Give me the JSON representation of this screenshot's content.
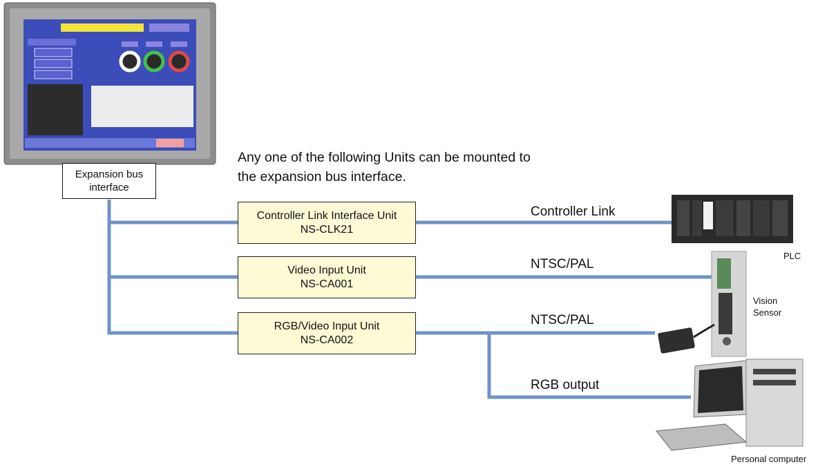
{
  "hmi": {
    "expansion_label_line1": "Expansion bus",
    "expansion_label_line2": "interface"
  },
  "note": {
    "line1": "Any one of the following Units can be mounted to",
    "line2": "the expansion bus interface."
  },
  "units": [
    {
      "name": "Controller Link Interface Unit",
      "model": "NS-CLK21"
    },
    {
      "name": "Video Input Unit",
      "model": "NS-CA001"
    },
    {
      "name": "RGB/Video Input Unit",
      "model": "NS-CA002"
    }
  ],
  "connections": [
    {
      "label": "Controller Link"
    },
    {
      "label": "NTSC/PAL"
    },
    {
      "label": "NTSC/PAL"
    },
    {
      "label": "RGB output"
    }
  ],
  "devices": {
    "plc": "PLC",
    "vision_line1": "Vision",
    "vision_line2": "Sensor",
    "pc": "Personal computer"
  },
  "colors": {
    "line": "#6f93c8",
    "box_fill": "#fdfbd6"
  }
}
